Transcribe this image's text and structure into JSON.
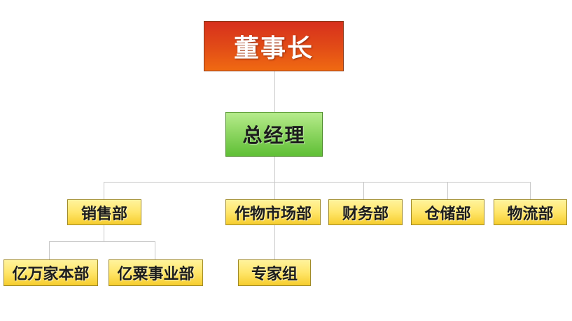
{
  "org_chart": {
    "chairman": "董事长",
    "general_manager": "总经理",
    "departments": [
      "销售部",
      "作物市场部",
      "财务部",
      "仓储部",
      "物流部"
    ],
    "sales_units": [
      "亿万家本部",
      "亿粟事业部"
    ],
    "crop_market_units": [
      "专家组"
    ]
  },
  "colors": {
    "chairman": "#e14a17",
    "general_manager": "#8fd763",
    "departments": "#ffe66a",
    "connector": "#c8c8c8"
  }
}
